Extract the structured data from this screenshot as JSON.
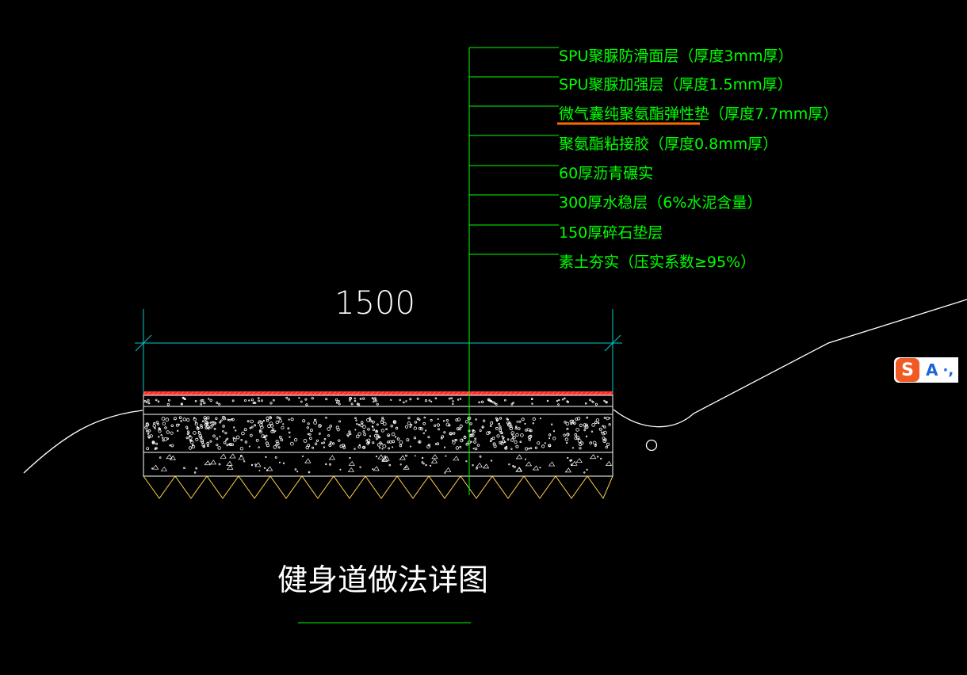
{
  "drawing": {
    "colors": {
      "background": "#000000",
      "callout": "#00ff00",
      "dimension": "#00cccc",
      "linework": "#ffffff",
      "surface_layer": "#ff2a2a",
      "highlight": "#ff6a00"
    },
    "layer_callouts": [
      "SPU聚脲防滑面层（厚度3mm厚）",
      "SPU聚脲加强层（厚度1.5mm厚）",
      "微气囊纯聚氨酯弹性垫（厚度7.7mm厚）",
      "聚氨酯粘接胶（厚度0.8mm厚）",
      "60厚沥青碾实",
      "300厚水稳层（6%水泥含量）",
      "150厚碎石垫层",
      "素土夯实（压实系数≥95%）"
    ],
    "dimension_label": "1500",
    "title": "健身道做法详图"
  },
  "ime_toolbar": {
    "logo_icon": "sogou-s-icon",
    "mode_label": "A",
    "punct_label": "·,"
  }
}
